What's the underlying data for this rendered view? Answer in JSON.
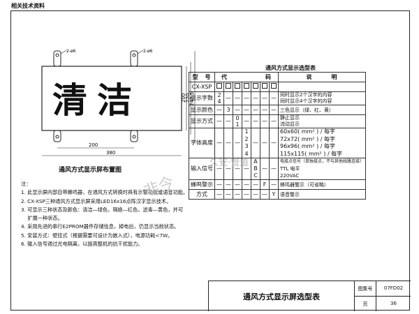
{
  "header": {
    "section": "相关技术资料"
  },
  "diagram": {
    "glyphs": "清洁",
    "hole_left": "2-ø6",
    "hole_right": "2-ø6",
    "dim_height_inner": "200",
    "dim_height_mid": "220",
    "dim_height_outer": "247.5",
    "dim_width_inner": "200",
    "dim_width_outer": "380",
    "caption": "通风方式显示屏布置图"
  },
  "table": {
    "title": "通风方式显示选型表",
    "col_model": "型　号",
    "col_code": "代　　　　　　码",
    "col_desc": "说　　　明",
    "model_value": "CX-XSP",
    "rows": [
      {
        "label": "显示字数",
        "codes": [
          "2",
          "4"
        ],
        "desc": [
          "同时显示2个汉字的内容",
          "同时显示4个汉字的内容"
        ]
      },
      {
        "label": "显示颜色",
        "code": "3",
        "desc": [
          "三色显示（绿、红、黄）"
        ]
      },
      {
        "label": "显示方式",
        "codes": [
          "0",
          "1"
        ],
        "desc": [
          "静止显示",
          "流动显示"
        ]
      },
      {
        "label": "字体高度",
        "codes": [
          "1",
          "2",
          "3",
          "4"
        ],
        "desc": [
          "60x60( mm² ) / 每字",
          "72x72( mm² ) / 每字",
          "96x96( mm² ) / 每字",
          "115x115( mm² ) / 每字"
        ]
      },
      {
        "label": "输入信号",
        "codes": [
          "A",
          "B",
          "C"
        ],
        "desc": [
          "电接点信号（单独接点，不与其他线路连接）",
          "TTL 电平",
          "220VAC"
        ]
      },
      {
        "label": "蜂鸣警示",
        "code": "F",
        "desc": [
          "蜂鸣器警示（可省略）"
        ]
      },
      {
        "label": "方式",
        "code": "Y",
        "desc": [
          "语音警示"
        ]
      }
    ]
  },
  "notes": {
    "heading": "注：",
    "items": [
      "1. 此显示屏内部自带蜂鸣器，在通风方式转换时具有示警功能或语音功能。",
      "2. CX-XSP三种通风方式显示屏采用LED16x16点阵汉字显示技术。",
      "3. 可显示三种状态及颜色：清洁—绿色，隔绝—红色，滤毒—黄色，并可",
      "　 扩展一种状态。",
      "4. 采用先进的串行E2PROM器件存储信息，掉电后，仍显示当前状态。",
      "5. 安装方式：壁挂式（根据需要可设计为嵌入式），电源功耗<7W。",
      "6. 输入信号通过光电隔离，以提高整机的抗干扰能力。"
    ]
  },
  "watermark": {
    "text1": "非今",
    "text2": "久安·管道"
  },
  "title_block": {
    "title": "通风方式显示屏选型表",
    "atlas_label": "图集号",
    "atlas_value": "07FD02",
    "page_label": "页",
    "page_value": "36"
  }
}
